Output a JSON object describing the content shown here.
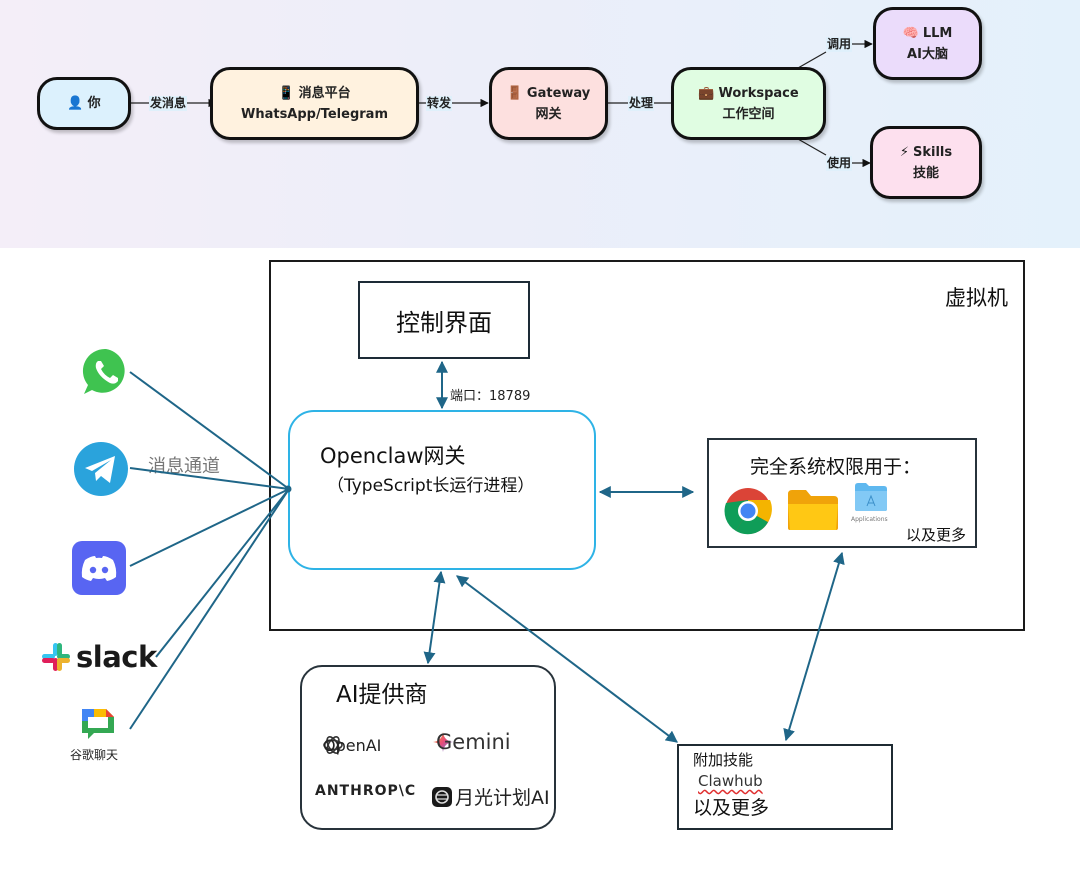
{
  "flow": {
    "nodes": [
      {
        "id": "you",
        "icon": "person-icon",
        "icon_glyph": "👤",
        "line1": "你",
        "line2": "",
        "fill": "#dcf1fd"
      },
      {
        "id": "platform",
        "icon": "phone-icon",
        "icon_glyph": "📱",
        "line1": "消息平台",
        "line2": "WhatsApp/Telegram",
        "fill": "#fff2df"
      },
      {
        "id": "gateway",
        "icon": "door-icon",
        "icon_glyph": "🚪",
        "line1": "Gateway",
        "line2": "网关",
        "fill": "#fde0df"
      },
      {
        "id": "workspace",
        "icon": "briefcase-icon",
        "icon_glyph": "💼",
        "line1": "Workspace",
        "line2": "工作空间",
        "fill": "#e0fde2"
      },
      {
        "id": "llm",
        "icon": "brain-icon",
        "icon_glyph": "🧠",
        "line1": "LLM",
        "line2": "AI大脑",
        "fill": "#ebdcfb"
      },
      {
        "id": "skills",
        "icon": "lightning-icon",
        "icon_glyph": "⚡",
        "line1": "Skills",
        "line2": "技能",
        "fill": "#fde0ee"
      }
    ],
    "edges": [
      {
        "from": "you",
        "to": "platform",
        "label": "发消息"
      },
      {
        "from": "platform",
        "to": "gateway",
        "label": "转发"
      },
      {
        "from": "gateway",
        "to": "workspace",
        "label": "处理"
      },
      {
        "from": "workspace",
        "to": "llm",
        "label": "调用"
      },
      {
        "from": "workspace",
        "to": "skills",
        "label": "使用"
      }
    ]
  },
  "architecture": {
    "vm_label": "虚拟机",
    "control_ui": "控制界面",
    "port_label": "端口：18789",
    "gateway_title": "Openclaw网关",
    "gateway_subtitle": "（TypeScript长运行进程）",
    "channels_label": "消息通道",
    "channels": [
      {
        "name": "WhatsApp",
        "icon": "whatsapp-icon",
        "color": "#3fc350"
      },
      {
        "name": "Telegram",
        "icon": "telegram-icon",
        "color": "#2aa3dc"
      },
      {
        "name": "Discord",
        "icon": "discord-icon",
        "color": "#5865f2"
      },
      {
        "name": "slack",
        "icon": "slack-icon",
        "color": "#1a1a1a"
      },
      {
        "name": "谷歌聊天",
        "icon": "google-chat-icon",
        "color": "#34a853"
      }
    ],
    "system_access": {
      "title": "完全系统权限用于：",
      "apps": [
        {
          "name": "Chrome",
          "icon": "chrome-icon"
        },
        {
          "name": "Folder",
          "icon": "folder-icon"
        },
        {
          "name": "Applications",
          "icon": "applications-folder-icon"
        }
      ],
      "more": "以及更多"
    },
    "ai_providers": {
      "title": "AI提供商",
      "providers": [
        "OpenAI",
        "Gemini",
        "ANTHROP\\C",
        "月光计划AI"
      ]
    },
    "extra_skills": {
      "title": "附加技能",
      "item": "Clawhub",
      "more": "以及更多"
    },
    "colors": {
      "arrow": "#1f6688",
      "gateway_border": "#2eb3e6"
    }
  }
}
